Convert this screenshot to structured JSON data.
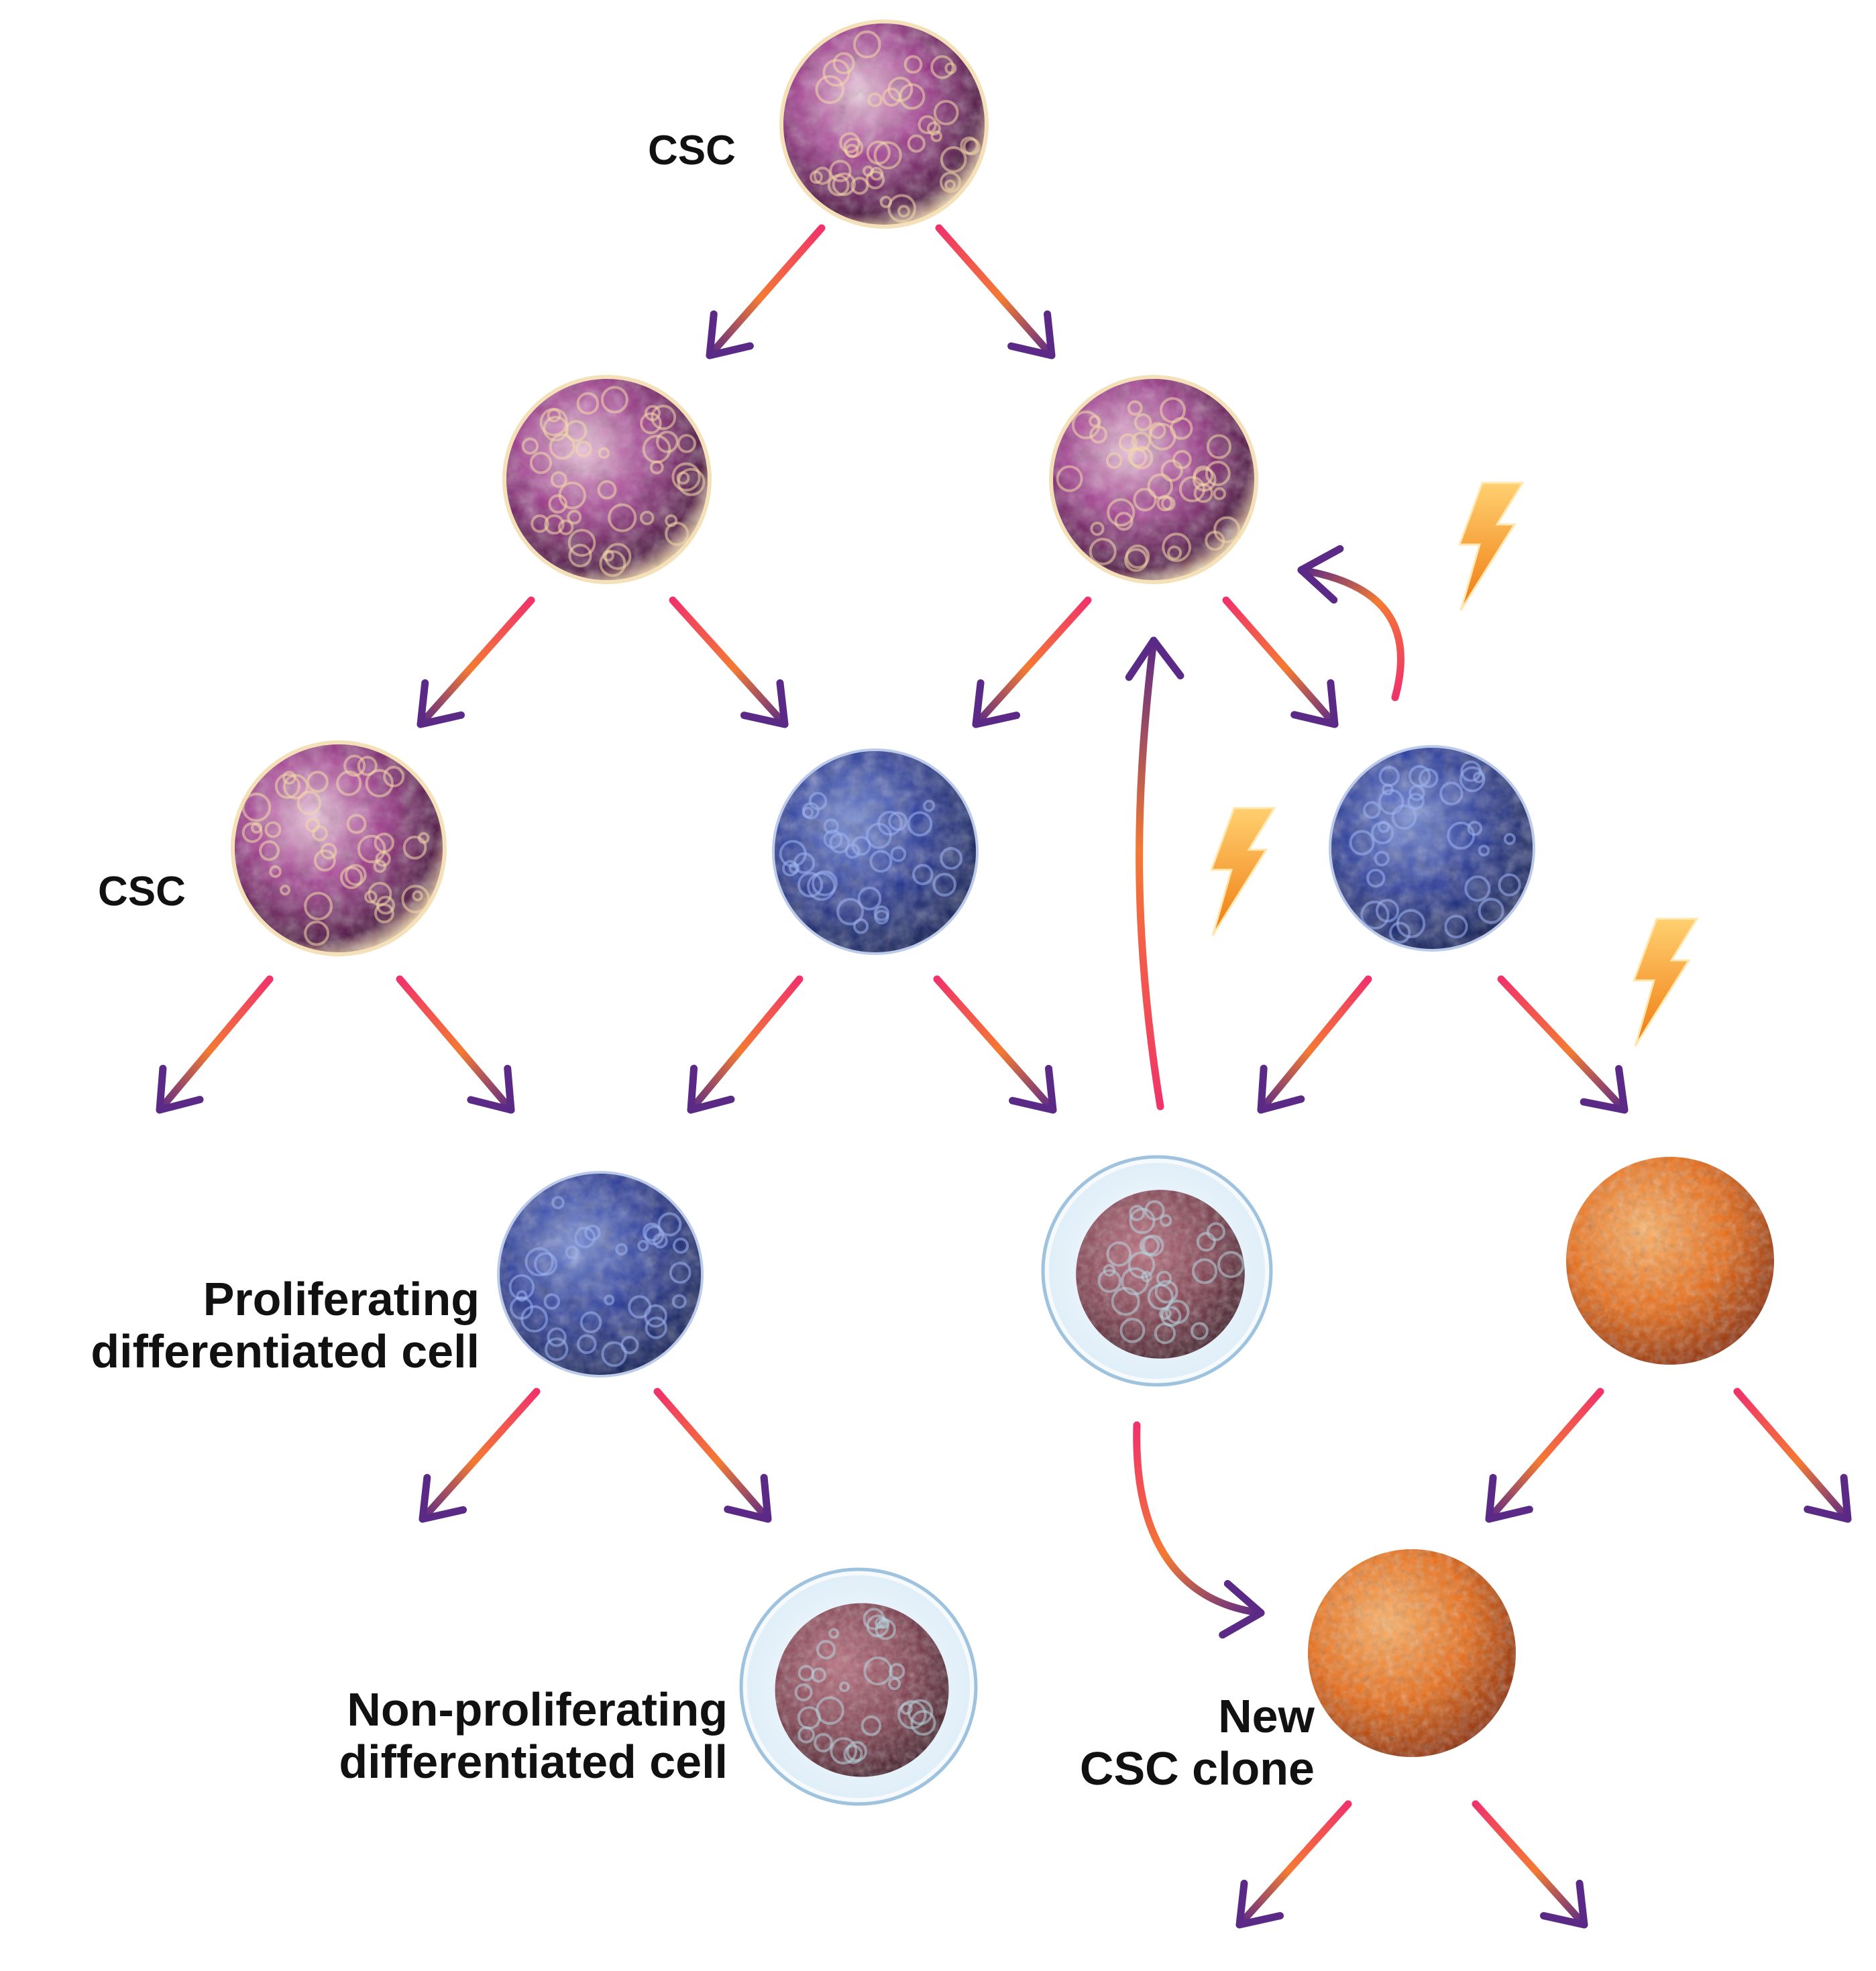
{
  "labels": {
    "csc_top": "CSC",
    "csc_left": "CSC",
    "proliferating": "Proliferating\ndifferentiated cell",
    "non_proliferating": "Non-proliferating\ndifferentiated cell",
    "new_clone": "New\nCSC clone"
  },
  "cell_types": {
    "csc": "csc-cell",
    "proliferating": "proliferating-differentiated-cell",
    "non_proliferating": "non-proliferating-differentiated-cell",
    "new_clone": "new-csc-clone-cell"
  },
  "colors": {
    "csc_light": "#f0c6de",
    "csc_mid": "#a33b8f",
    "csc_dark": "#4a0f3d",
    "csc_rim": "#f3d9a8",
    "prolif_light": "#6f86d6",
    "prolif_mid": "#27399a",
    "prolif_dark": "#0c1850",
    "nonprolif_shell": "#dfeef8",
    "nonprolif_core": "#7e3c4c",
    "clone_light": "#ffb060",
    "clone_mid": "#ec6a10",
    "clone_dark": "#8a2600",
    "arrow_start": "#f0336a",
    "arrow_mid": "#f47a33",
    "arrow_end": "#5b2a86",
    "bolt_light": "#ffd070",
    "bolt_dark": "#f07a10"
  },
  "icons": {
    "division_arrow": "arrow-icon",
    "mutation": "lightning-bolt-icon"
  }
}
